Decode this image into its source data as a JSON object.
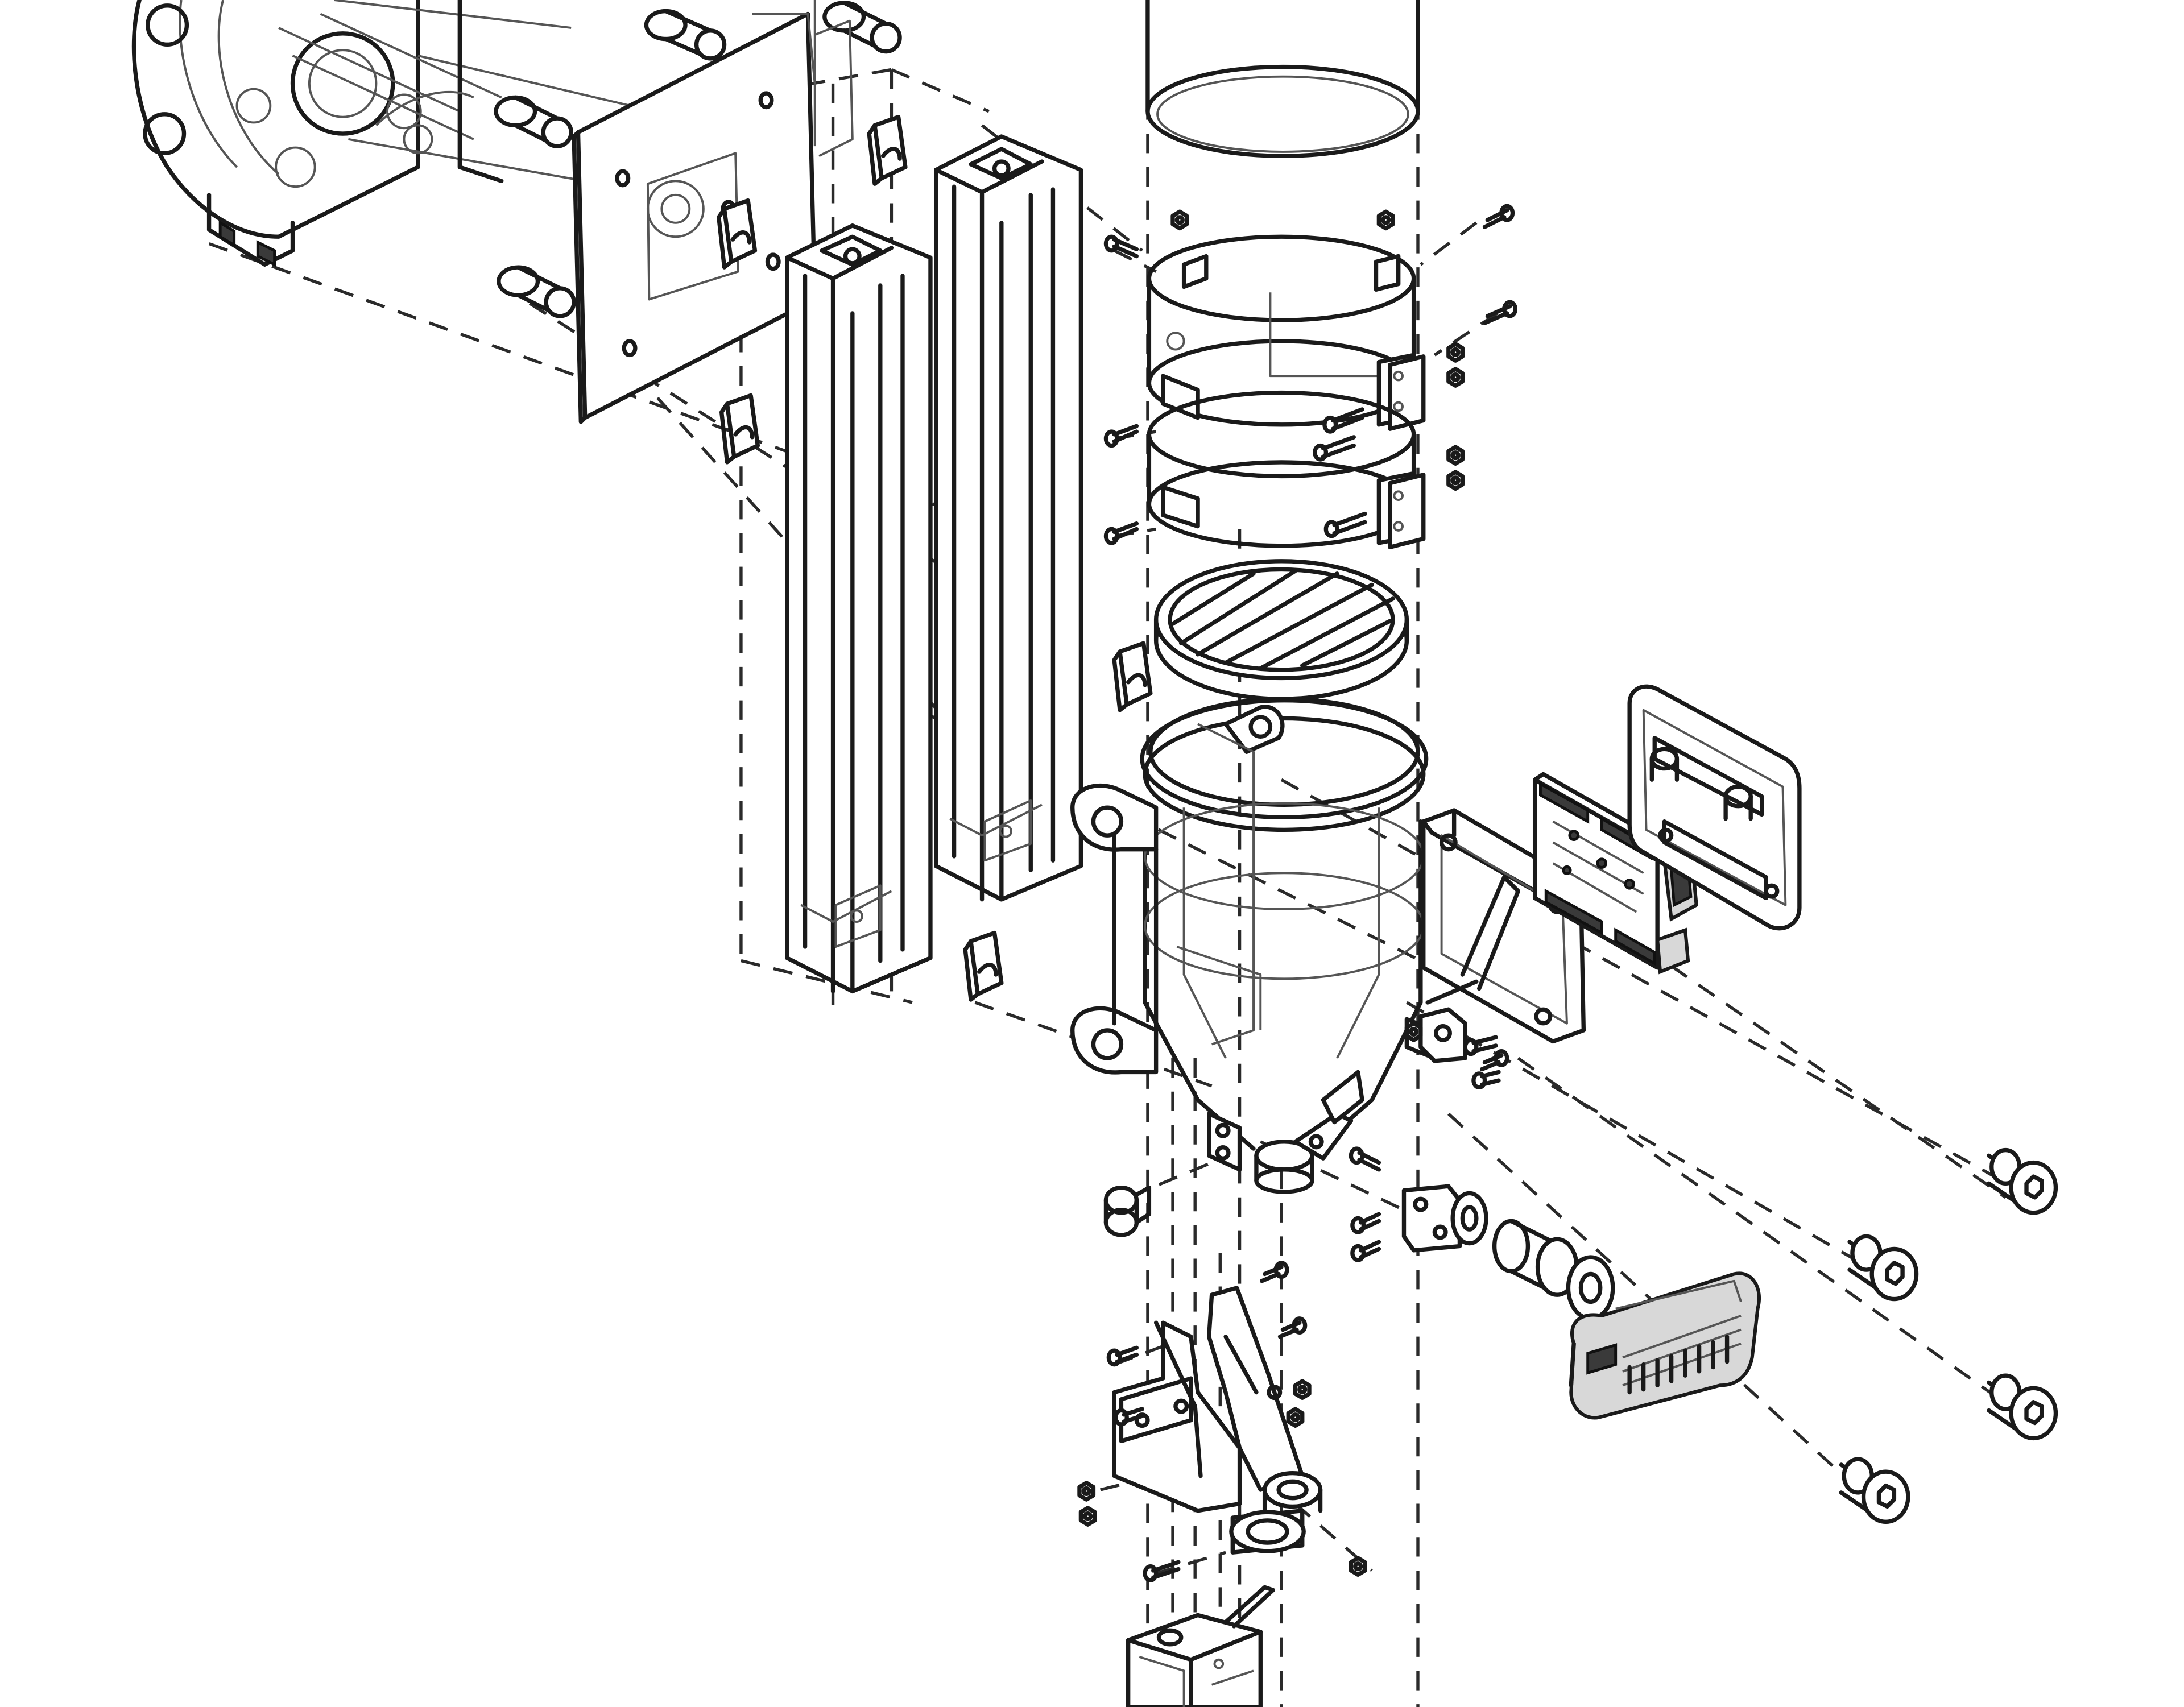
{
  "figure": {
    "kind": "exploded isometric assembly line drawing",
    "line_color": "#1a1a1a",
    "background_color": "#ffffff",
    "hidden_line_color": "#8a8a8a",
    "labels": []
  },
  "components": [
    {
      "id": "pump-housing",
      "icon": "pump-housing-icon"
    },
    {
      "id": "mounting-plate",
      "icon": "plate-icon"
    },
    {
      "id": "aluminum-extrusion-left",
      "icon": "extrusion-icon"
    },
    {
      "id": "aluminum-extrusion-right",
      "icon": "extrusion-icon"
    },
    {
      "id": "t-slot-nuts",
      "icon": "t-nut-icon",
      "count": 6
    },
    {
      "id": "clear-tube",
      "icon": "tube-icon"
    },
    {
      "id": "clamp-ring-upper",
      "icon": "clamp-ring-icon"
    },
    {
      "id": "clamp-ring-lower",
      "icon": "clamp-ring-icon"
    },
    {
      "id": "mesh-filter-disc",
      "icon": "filter-disc-icon"
    },
    {
      "id": "hopper-funnel",
      "icon": "funnel-icon"
    },
    {
      "id": "electronics-enclosure",
      "icon": "enclosure-icon"
    },
    {
      "id": "circuit-board",
      "icon": "pcb-icon"
    },
    {
      "id": "enclosure-lid",
      "icon": "lid-icon"
    },
    {
      "id": "shoulder-bolts",
      "icon": "shoulder-bolt-icon",
      "count": 4
    },
    {
      "id": "wheel-bracket",
      "icon": "bracket-icon"
    },
    {
      "id": "roller-wheel",
      "icon": "roller-icon"
    },
    {
      "id": "battery-pack",
      "icon": "battery-icon"
    },
    {
      "id": "standoff",
      "icon": "standoff-icon"
    },
    {
      "id": "servo-bracket",
      "icon": "servo-bracket-icon"
    },
    {
      "id": "servo-motor",
      "icon": "servo-icon"
    },
    {
      "id": "cap-screws",
      "icon": "screw-icon"
    },
    {
      "id": "hex-nuts",
      "icon": "hex-nut-icon"
    }
  ]
}
